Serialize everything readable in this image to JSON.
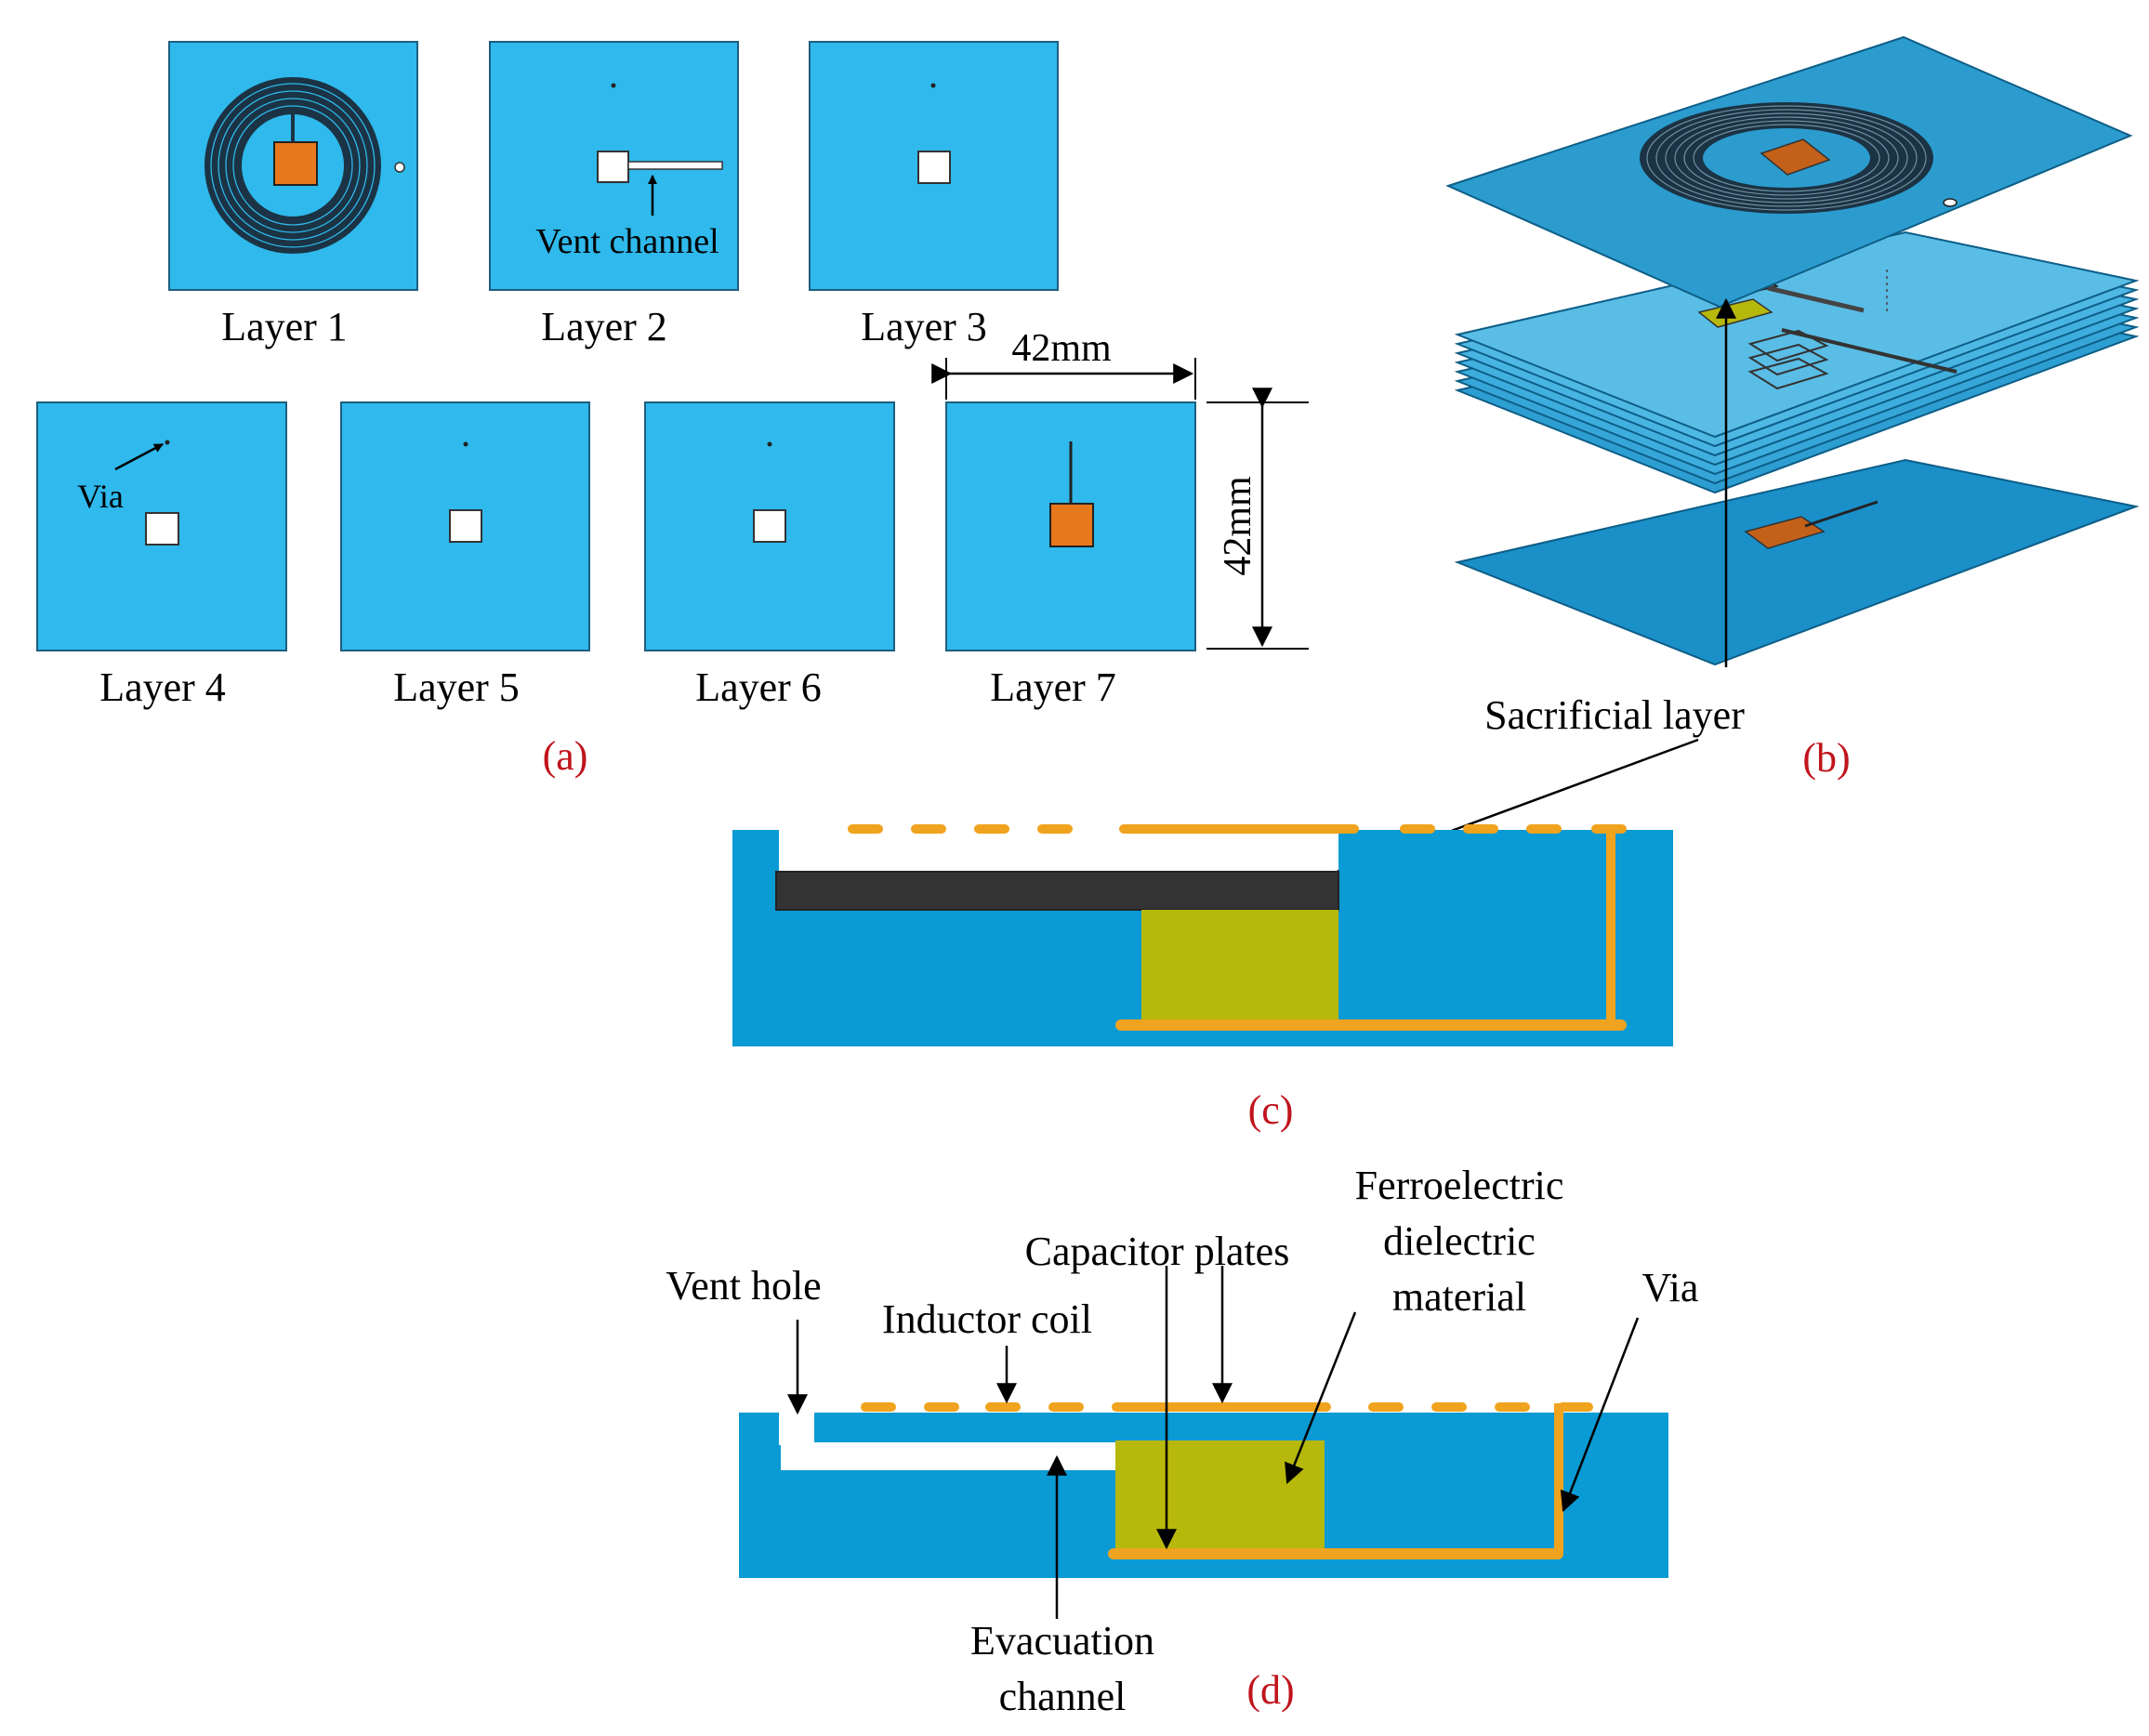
{
  "panel_a": {
    "layers": [
      "Layer 1",
      "Layer 2",
      "Layer 3",
      "Layer 4",
      "Layer 5",
      "Layer 6",
      "Layer 7"
    ],
    "vent_channel": "Vent channel",
    "via": "Via",
    "width_dim": "42mm",
    "height_dim": "42mm",
    "caption": "(a)"
  },
  "panel_b": {
    "sacrificial_layer": "Sacrificial layer",
    "caption": "(b)"
  },
  "panel_c": {
    "caption": "(c)"
  },
  "panel_d": {
    "vent_hole": "Vent hole",
    "inductor_coil": "Inductor coil",
    "capacitor_plates": "Capacitor plates",
    "ferroelectric_1": "Ferroelectric",
    "ferroelectric_2": "dielectric",
    "ferroelectric_3": "material",
    "via": "Via",
    "evacuation_1": "Evacuation",
    "evacuation_2": "channel",
    "caption": "(d)"
  },
  "colors": {
    "layer_blue": "#2fb9ec",
    "substrate_blue": "#0a9ad4",
    "copper": "#e8781e",
    "coil_dark": "#1b3344",
    "ferroelectric": "#b7b80c",
    "conductor": "#f0a31e",
    "sacrificial": "#333333"
  }
}
